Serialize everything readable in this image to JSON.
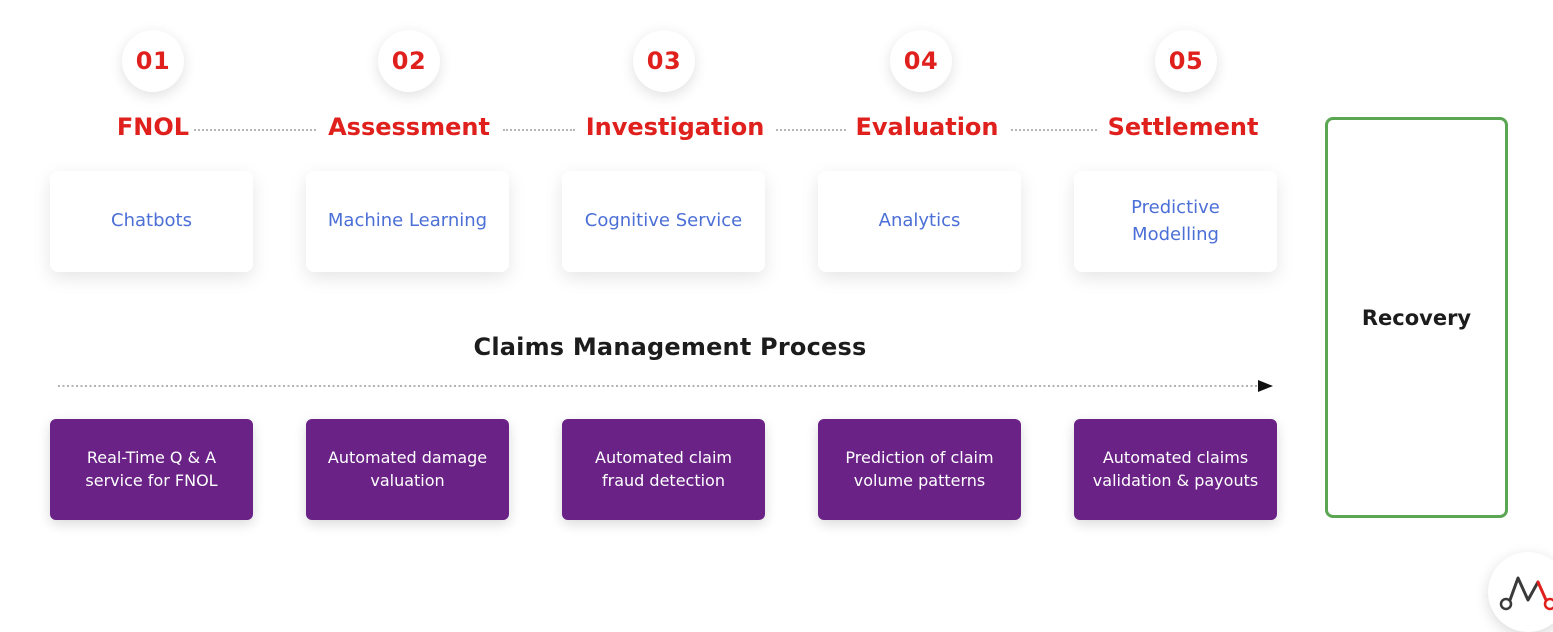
{
  "steps": [
    {
      "number": "01",
      "title": "FNOL",
      "technology": "Chatbots",
      "capability": "Real-Time Q & A service for FNOL"
    },
    {
      "number": "02",
      "title": "Assessment",
      "technology": "Machine Learning",
      "capability": "Automated damage valuation"
    },
    {
      "number": "03",
      "title": "Investigation",
      "technology": "Cognitive Service",
      "capability": "Automated claim fraud detection"
    },
    {
      "number": "04",
      "title": "Evaluation",
      "technology": "Analytics",
      "capability": "Prediction of claim volume patterns"
    },
    {
      "number": "05",
      "title": "Settlement",
      "technology": "Predictive Modelling",
      "capability": "Automated claims validation & payouts"
    }
  ],
  "process_title": "Claims Management Process",
  "final_stage": "Recovery",
  "colors": {
    "step_red": "#e0201c",
    "tech_blue": "#4b6fd6",
    "purple": "#6a2286",
    "recovery_border": "#5aa653"
  },
  "logo": {
    "icon": "company-logo-icon"
  }
}
